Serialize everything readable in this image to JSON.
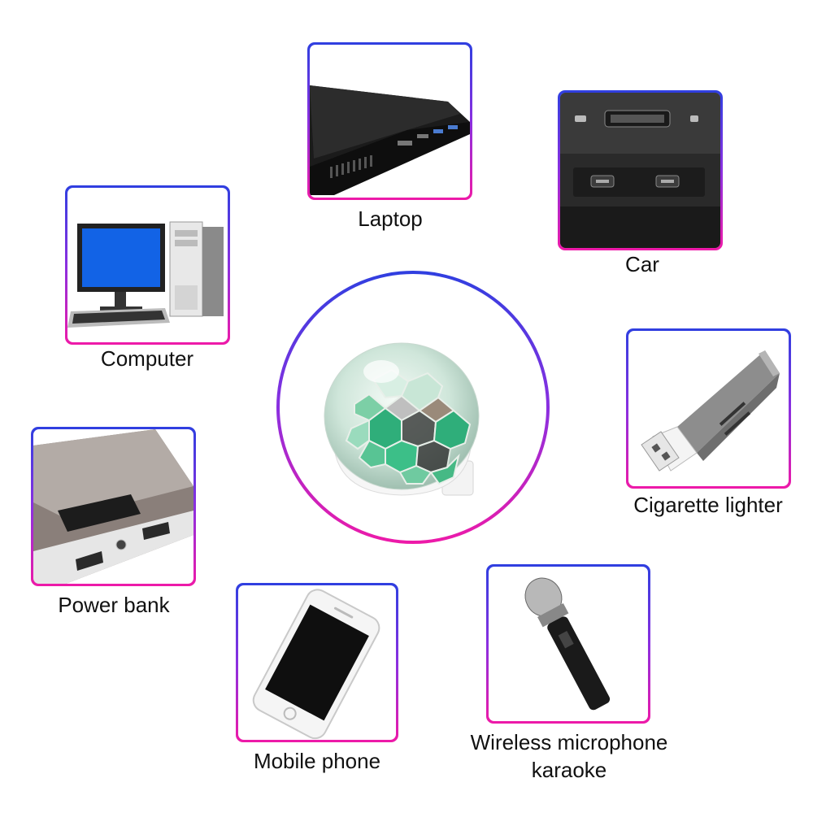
{
  "devices": [
    {
      "key": "laptop",
      "label": "Laptop"
    },
    {
      "key": "car",
      "label": "Car"
    },
    {
      "key": "computer",
      "label": "Computer"
    },
    {
      "key": "cigarette",
      "label": "Cigarette lighter"
    },
    {
      "key": "powerbank",
      "label": "Power bank"
    },
    {
      "key": "phone",
      "label": "Mobile phone"
    },
    {
      "key": "microphone",
      "label_line1": "Wireless microphone",
      "label_line2": "karaoke"
    }
  ],
  "colors": {
    "frame_top": "#2f3fe0",
    "frame_mid": "#8a2fe0",
    "frame_bottom": "#ee1aa8",
    "text": "#111111"
  },
  "icons": [
    "laptop-icon",
    "car-usb-icon",
    "computer-icon",
    "usb-card-reader-icon",
    "power-bank-icon",
    "mobile-phone-icon",
    "microphone-icon",
    "disco-ball-light-icon"
  ]
}
